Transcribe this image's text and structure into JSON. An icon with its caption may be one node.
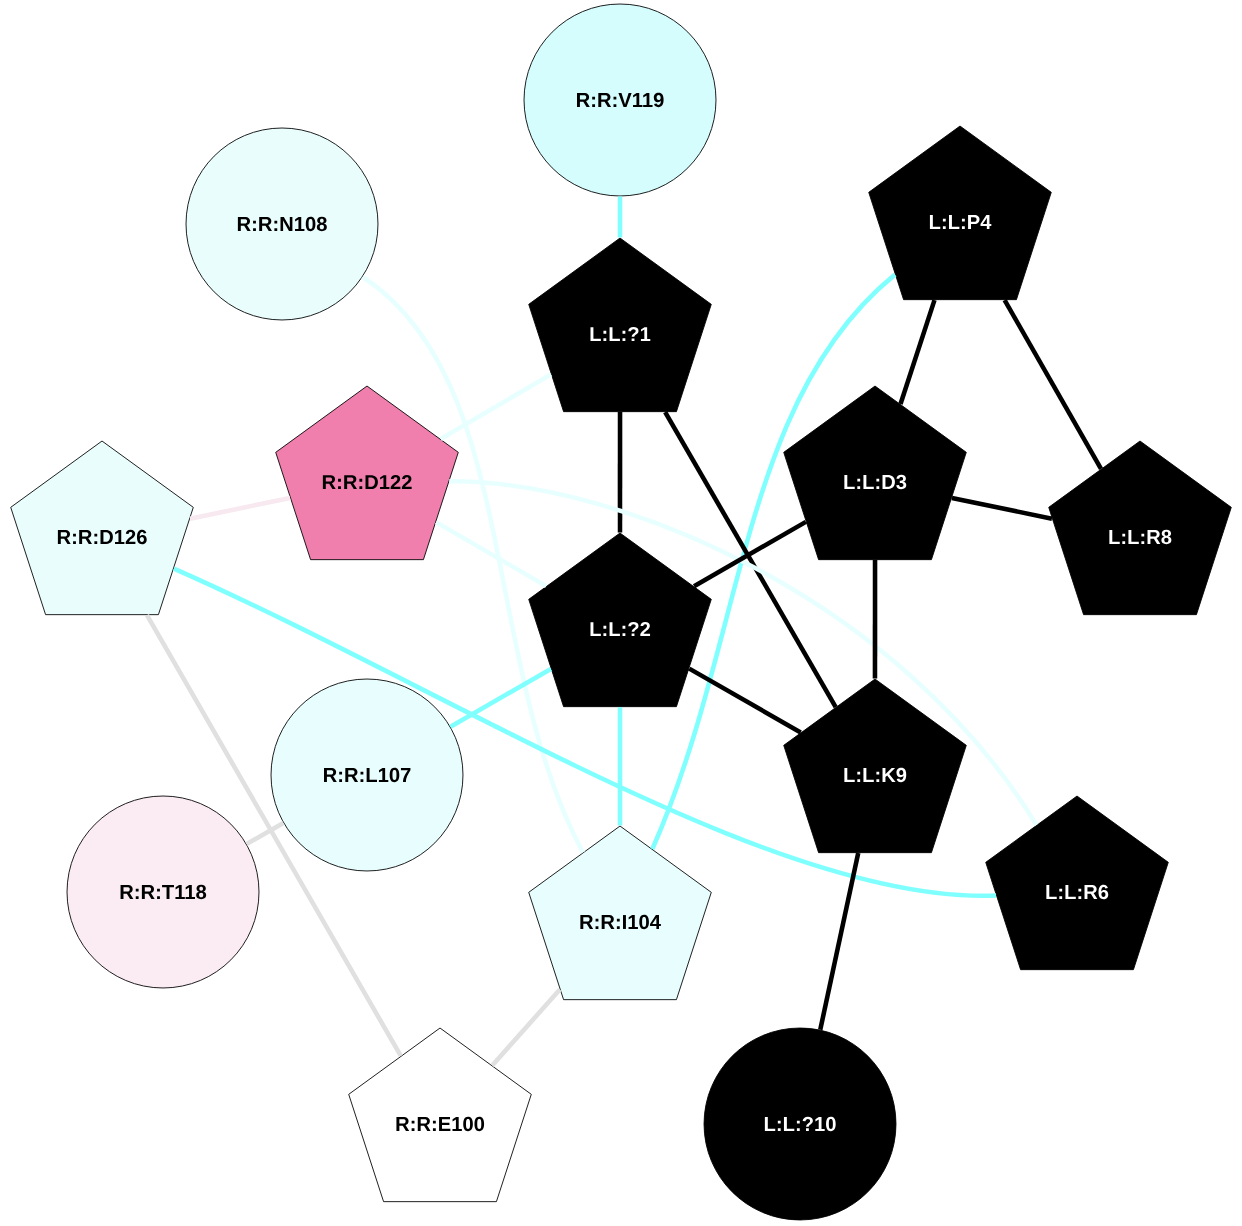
{
  "diagram": {
    "nodes": [
      {
        "text": [
          "R:R:V119"
        ]
      },
      {
        "text": [
          "R:R:N108"
        ]
      },
      {
        "text": [
          "L:L:P4"
        ]
      },
      {
        "text": [
          "L:L:?1"
        ]
      },
      {
        "text": [
          "R:R:D122"
        ]
      },
      {
        "text": [
          "L:L:D3"
        ]
      },
      {
        "text": [
          "R:R:D126"
        ]
      },
      {
        "text": [
          "L:L:R8"
        ]
      },
      {
        "text": [
          "L:L:?2"
        ]
      },
      {
        "text": [
          "R:R:L107"
        ]
      },
      {
        "text": [
          "L:L:K9"
        ]
      },
      {
        "text": [
          "R:R:T118"
        ]
      },
      {
        "text": [
          "L:L:R6"
        ]
      },
      {
        "text": [
          "R:R:I104"
        ]
      },
      {
        "text": [
          "R:R:E100"
        ]
      },
      {
        "text": [
          "L:L:?10"
        ]
      }
    ],
    "edges": [
      {
        "from": 0,
        "to": 3,
        "arrow": "none",
        "color": "#80ffff"
      },
      {
        "from": 1,
        "to": 13,
        "arrow": "none",
        "color": "#e8ffff"
      },
      {
        "from": 2,
        "to": 5,
        "arrow": "none"
      },
      {
        "from": 2,
        "to": 7,
        "arrow": "none"
      },
      {
        "from": 2,
        "to": 13,
        "arrow": "none",
        "color": "#80ffff"
      },
      {
        "from": 3,
        "to": 4,
        "arrow": "none",
        "color": "#e8ffff"
      },
      {
        "from": 3,
        "to": 8,
        "arrow": "none"
      },
      {
        "from": 3,
        "to": 10,
        "arrow": "none"
      },
      {
        "from": 4,
        "to": 6,
        "arrow": "none",
        "color": "#f8e8ef"
      },
      {
        "from": 4,
        "to": 8,
        "arrow": "none",
        "color": "#e8ffff"
      },
      {
        "from": 4,
        "to": 12,
        "arrow": "none",
        "color": "#e8ffff"
      },
      {
        "from": 5,
        "to": 7,
        "arrow": "none"
      },
      {
        "from": 5,
        "to": 8,
        "arrow": "none"
      },
      {
        "from": 5,
        "to": 10,
        "arrow": "none"
      },
      {
        "from": 6,
        "to": 12,
        "arrow": "none",
        "color": "#80ffff"
      },
      {
        "from": 6,
        "to": 14,
        "arrow": "none",
        "color": "#e0e0e0"
      },
      {
        "from": 8,
        "to": 9,
        "arrow": "none",
        "color": "#80ffff"
      },
      {
        "from": 8,
        "to": 10,
        "arrow": "none"
      },
      {
        "from": 8,
        "to": 13,
        "arrow": "none",
        "color": "#80ffff"
      },
      {
        "from": 9,
        "to": 11,
        "arrow": "none",
        "color": "#e0e0e0"
      },
      {
        "from": 10,
        "to": 15,
        "arrow": "none"
      },
      {
        "from": 13,
        "to": 14,
        "arrow": "none",
        "color": "#e0e0e0"
      }
    ]
  }
}
